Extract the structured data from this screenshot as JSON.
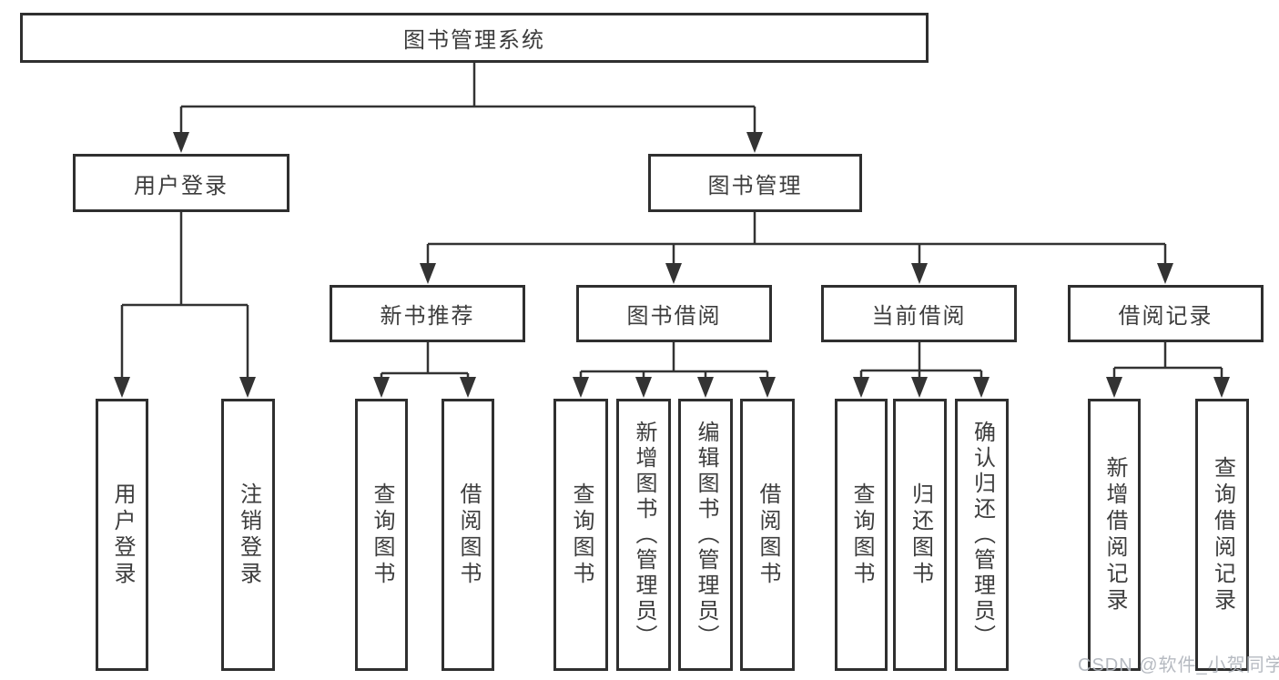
{
  "diagram_title": "图书管理系统",
  "tree": {
    "label": "图书管理系统",
    "children": [
      {
        "label": "用户登录",
        "children": [
          {
            "label": "用户登录"
          },
          {
            "label": "注销登录"
          }
        ]
      },
      {
        "label": "图书管理",
        "children": [
          {
            "label": "新书推荐",
            "children": [
              {
                "label": "查询图书"
              },
              {
                "label": "借阅图书"
              }
            ]
          },
          {
            "label": "图书借阅",
            "children": [
              {
                "label": "查询图书"
              },
              {
                "label": "新增图书（管理员）"
              },
              {
                "label": "编辑图书（管理员）"
              },
              {
                "label": "借阅图书"
              }
            ]
          },
          {
            "label": "当前借阅",
            "children": [
              {
                "label": "查询图书"
              },
              {
                "label": "归还图书"
              },
              {
                "label": "确认归还（管理员）"
              }
            ]
          },
          {
            "label": "借阅记录",
            "children": [
              {
                "label": "新增借阅记录"
              },
              {
                "label": "查询借阅记录"
              }
            ]
          }
        ]
      }
    ]
  },
  "watermark": "CSDN @软件_小贺同学",
  "colors": {
    "line": "#333333",
    "box_border": "#2f2f2f",
    "text": "#3d3d3d",
    "background": "#ffffff",
    "watermark": "#b0b4bc"
  }
}
